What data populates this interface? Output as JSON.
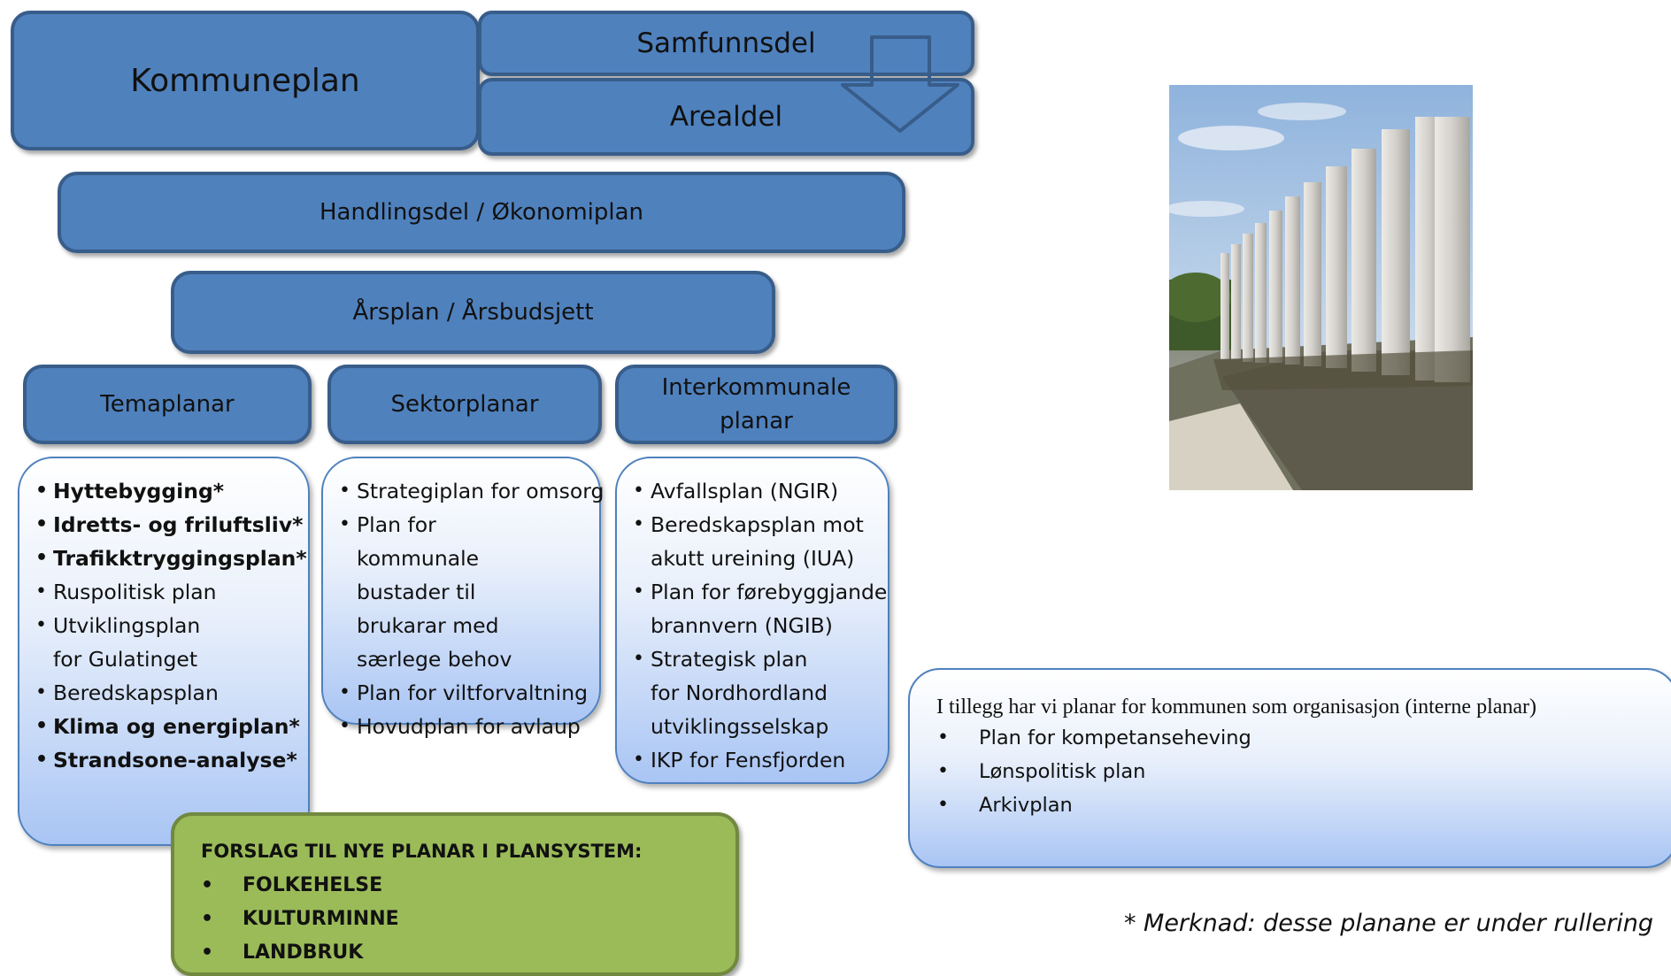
{
  "top": {
    "kommuneplan": "Kommuneplan",
    "samfunnsdel": "Samfunnsdel",
    "arealdel": "Arealdel"
  },
  "handlingsdel": "Handlingsdel / Økonomiplan",
  "arsplan": "Årsplan / Årsbudsjett",
  "categories": {
    "tema": "Temaplanar",
    "sektor": "Sektorplanar",
    "inter": "Interkommunale planar"
  },
  "temaplanar": [
    {
      "text": "Hyttebygging*",
      "bold": true
    },
    {
      "text": "Idretts- og friluftsliv*",
      "bold": true
    },
    {
      "text": "Trafikktryggingsplan*",
      "bold": true
    },
    {
      "text": "Ruspolitisk plan",
      "bold": false
    },
    {
      "text": "Utviklingsplan for Gulatinget",
      "bold": false
    },
    {
      "text": "Beredskapsplan",
      "bold": false
    },
    {
      "text": "Klima og energiplan*",
      "bold": true
    },
    {
      "text": "Strandsone-analyse*",
      "bold": true
    }
  ],
  "sektorplanar": [
    "Strategiplan for omsorg",
    "Plan for kommunale bustader til brukarar med særlege behov",
    "Plan for viltforvaltning",
    "Hovudplan for avlaup"
  ],
  "interkommunale": [
    "Avfallsplan (NGIR)",
    "Beredskapsplan mot akutt ureining (IUA)",
    "Plan for førebyggjande brannvern (NGIB)",
    "Strategisk plan for Nordhordland utviklingsselskap",
    "IKP for Fensfjorden"
  ],
  "forslag": {
    "title": "FORSLAG TIL NYE PLANAR I PLANSYSTEM:",
    "items": [
      "FOLKEHELSE",
      "KULTURMINNE",
      "LANDBRUK"
    ]
  },
  "internal": {
    "intro": "I tillegg har vi planar for kommunen som organisasjon (interne planar)",
    "items": [
      "Plan for kompetanseheving",
      "Lønspolitisk plan",
      "Arkivplan"
    ]
  },
  "note": "* Merknad: desse planane er under rullering",
  "colors": {
    "box_fill": "#4f81bd",
    "box_border": "#385d8a",
    "green_fill": "#9bbb59",
    "light_bottom": "#a9c5f4"
  }
}
